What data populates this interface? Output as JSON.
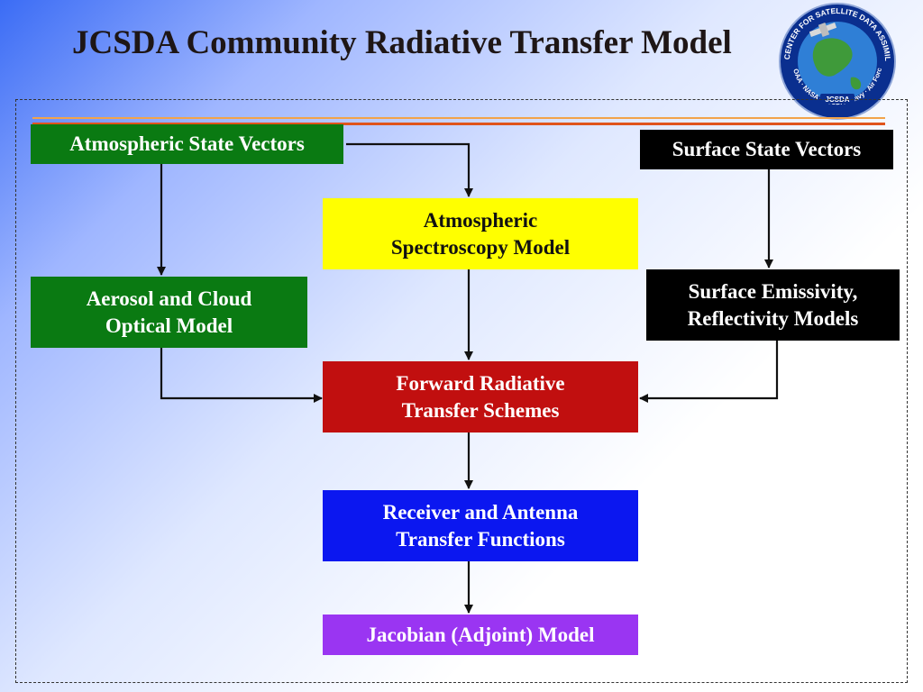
{
  "title": "JCSDA Community Radiative Transfer Model",
  "logo": {
    "ring_text": "JOINT CENTER FOR SATELLITE DATA ASSIMILATION",
    "bottom_text": "NOAA · NASA · JCSDA · Navy · Air Force",
    "center_label": "JCSDA"
  },
  "nodes": {
    "atmospheric_state": "Atmospheric State Vectors",
    "surface_state": "Surface State Vectors",
    "spectroscopy": "Atmospheric\nSpectroscopy Model",
    "aerosol_cloud": "Aerosol and Cloud\nOptical Model",
    "surface_emissivity": "Surface Emissivity,\nReflectivity Models",
    "forward_rt": "Forward Radiative\nTransfer Schemes",
    "receiver_antenna": "Receiver and Antenna\nTransfer Functions",
    "jacobian": "Jacobian (Adjoint) Model"
  },
  "colors": {
    "green": "#0a7a12",
    "black": "#000000",
    "yellow": "#ffff00",
    "red": "#c10f0f",
    "blue": "#0b17f0",
    "purple": "#9a35f2",
    "accent_orange": "#e0541b"
  }
}
